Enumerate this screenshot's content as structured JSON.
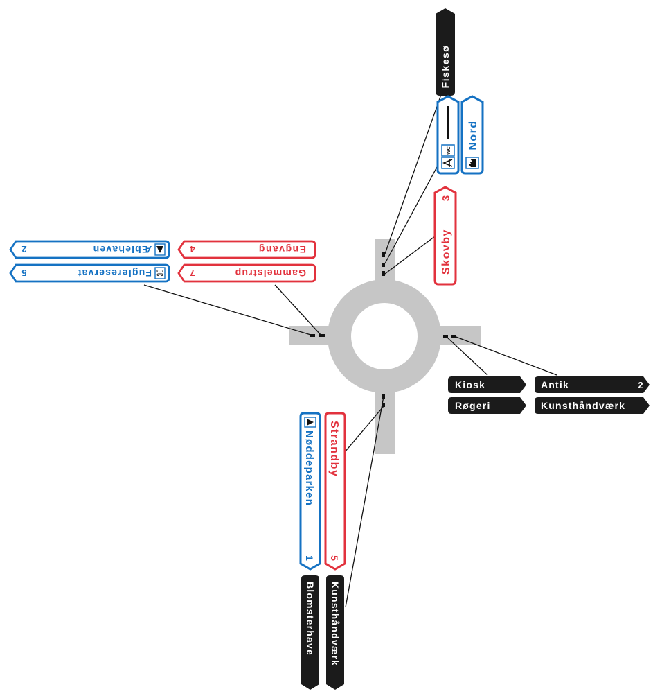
{
  "colors": {
    "red": "#e2323d",
    "blue": "#1572c3",
    "black": "#1b1b1b",
    "road": "#c6c6c6",
    "leader": "#111111",
    "white": "#ffffff"
  },
  "signs": {
    "north": {
      "fiskeso": {
        "label": "Fiskesø"
      },
      "facilities": {
        "icons": [
          "picnic-icon",
          "wc-icon"
        ]
      },
      "nord": {
        "label": "Nord",
        "icon": "factory-icon"
      },
      "skovby": {
        "label": "Skovby",
        "number": "3"
      }
    },
    "west": {
      "engang": {
        "label": "Engvang",
        "number": "4"
      },
      "gammelstrup": {
        "label": "Gammelstrup",
        "number": "7"
      },
      "aeblehaven": {
        "label": "Æblehaven",
        "number": "2",
        "icon": "camping-icon"
      },
      "fuglereservat": {
        "label": "Fuglereservat",
        "number": "5",
        "icon": "heritage-icon"
      }
    },
    "east": {
      "kiosk": {
        "label": "Kiosk"
      },
      "antik": {
        "label": "Antik",
        "number": "2"
      },
      "rogeri": {
        "label": "Røgeri"
      },
      "kunsthandvaerk": {
        "label": "Kunsthåndværk"
      }
    },
    "south": {
      "strandby": {
        "label": "Strandby",
        "number": "5"
      },
      "noddeparken": {
        "label": "Nøddeparken",
        "number": "1",
        "icon": "camping-icon"
      },
      "blomsterhave": {
        "label": "Blomsterhave"
      },
      "kunsthandvaerk": {
        "label": "Kunsthåndværk"
      }
    }
  }
}
